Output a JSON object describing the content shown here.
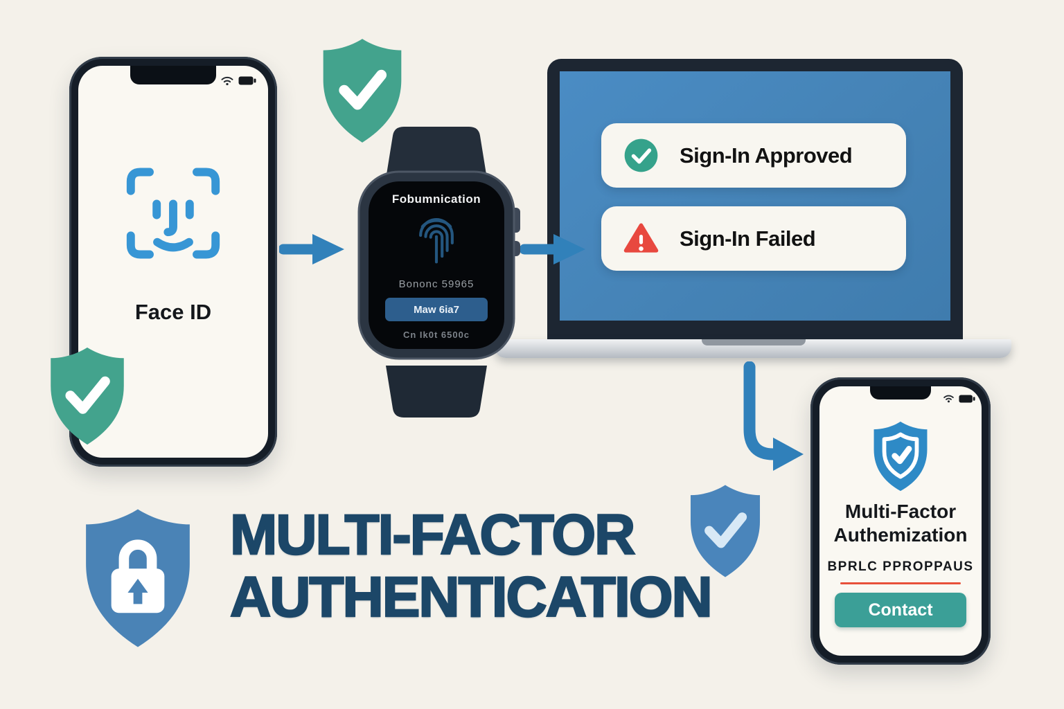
{
  "background_color": "#f4f1ea",
  "title": {
    "line1": "MULTI-FACTOR",
    "line2": "AUTHENTICATION",
    "color": "#1c4768"
  },
  "phone_left": {
    "label": "Face ID",
    "status_icons": [
      "wifi-icon",
      "battery-icon"
    ],
    "face_id_icon_color": "#3796d5"
  },
  "shields": {
    "green_top": {
      "icon": "shield-check-icon",
      "color": "#43a38d"
    },
    "green_bottom_left": {
      "icon": "shield-check-icon",
      "color": "#43a38d"
    },
    "blue_check": {
      "icon": "shield-check-icon",
      "color": "#4a85bb"
    },
    "blue_lock": {
      "icon": "shield-lock-icon",
      "color": "#4a83b6"
    }
  },
  "arrows": {
    "color": "#3181ba"
  },
  "watch": {
    "screen_title": "Fobumnication",
    "fingerprint_icon": "fingerprint-icon",
    "code_text": "Bononc 59965",
    "button_label": "Maw 6ia7",
    "button_color": "#2d5e8d",
    "footer_text": "Cn Ik0t 6500c"
  },
  "laptop": {
    "screen_color": "#4484bc",
    "notifications": [
      {
        "icon": "check-circle-icon",
        "icon_color": "#35a28b",
        "label": "Sign-In Approved"
      },
      {
        "icon": "warning-triangle-icon",
        "icon_color": "#e8483f",
        "label": "Sign-In Failed"
      }
    ]
  },
  "phone_right": {
    "shield_icon": "shield-check-badge-icon",
    "shield_color": "#2e8ac6",
    "heading_line1": "Multi-Factor",
    "heading_line2": "Authemization",
    "subtext": "BPRLC PPROPPAUS",
    "underline_color": "#e8503a",
    "button_label": "Contact",
    "button_color": "#3b9f97",
    "status_icons": [
      "wifi-icon",
      "battery-icon"
    ]
  }
}
